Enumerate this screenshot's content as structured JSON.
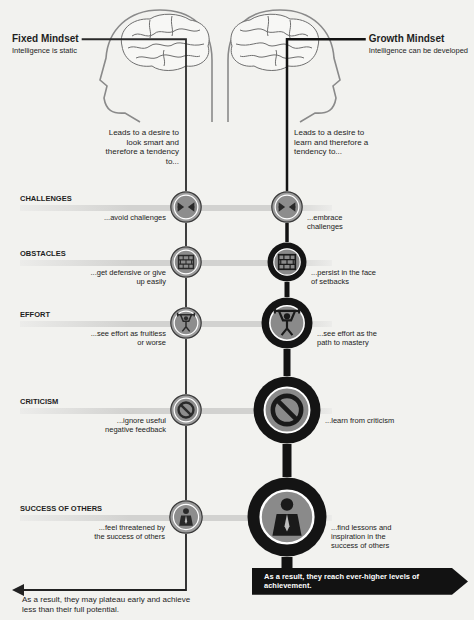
{
  "diagram": {
    "nodes": [
      {
        "text": [
          "Fixed Mindset",
          "Intelligence is static"
        ]
      },
      {
        "text": [
          "Growth Mindset",
          "Intelligence can be developed"
        ]
      },
      {
        "text": [
          "...avoid challenges"
        ]
      },
      {
        "text": [
          "...embrace challenges"
        ]
      },
      {
        "text": [
          "...get defensive or give up easily"
        ]
      },
      {
        "text": [
          "...persist in the face of setbacks"
        ]
      },
      {
        "text": [
          "...see effort as fruitless or worse"
        ]
      },
      {
        "text": [
          "...see effort as the path to mastery"
        ]
      },
      {
        "text": [
          "...ignore useful negative feedback"
        ]
      },
      {
        "text": [
          "...learn from criticism"
        ]
      },
      {
        "text": [
          "...feel threatened by the success of others"
        ]
      },
      {
        "text": [
          "...find lessons and inspiration in the success of others"
        ]
      },
      {
        "text": [
          "As a result, they reach ever-higher levels of achievement."
        ]
      }
    ],
    "edges": [
      {
        "from": 0,
        "to": 2,
        "arrow": "none"
      },
      {
        "from": 2,
        "to": 4,
        "arrow": "none"
      },
      {
        "from": 4,
        "to": 6,
        "arrow": "none"
      },
      {
        "from": 6,
        "to": 8,
        "arrow": "none"
      },
      {
        "from": 8,
        "to": 10,
        "arrow": "none"
      },
      {
        "from": 1,
        "to": 3,
        "arrow": "none"
      },
      {
        "from": 3,
        "to": 5,
        "arrow": "none"
      },
      {
        "from": 5,
        "to": 7,
        "arrow": "none"
      },
      {
        "from": 7,
        "to": 9,
        "arrow": "none"
      },
      {
        "from": 9,
        "to": 11,
        "arrow": "none"
      },
      {
        "from": 11,
        "to": 12,
        "arrow": "none"
      }
    ],
    "labels": [
      "Leads to a desire to look smart and therefore a tendency to...",
      "Leads to a desire to learn and therefore a tendency to...",
      "CHALLENGES",
      "OBSTACLES",
      "EFFORT",
      "CRITICISM",
      "SUCCESS OF OTHERS",
      "As a result, they may plateau early and achieve less than their full potential."
    ]
  }
}
